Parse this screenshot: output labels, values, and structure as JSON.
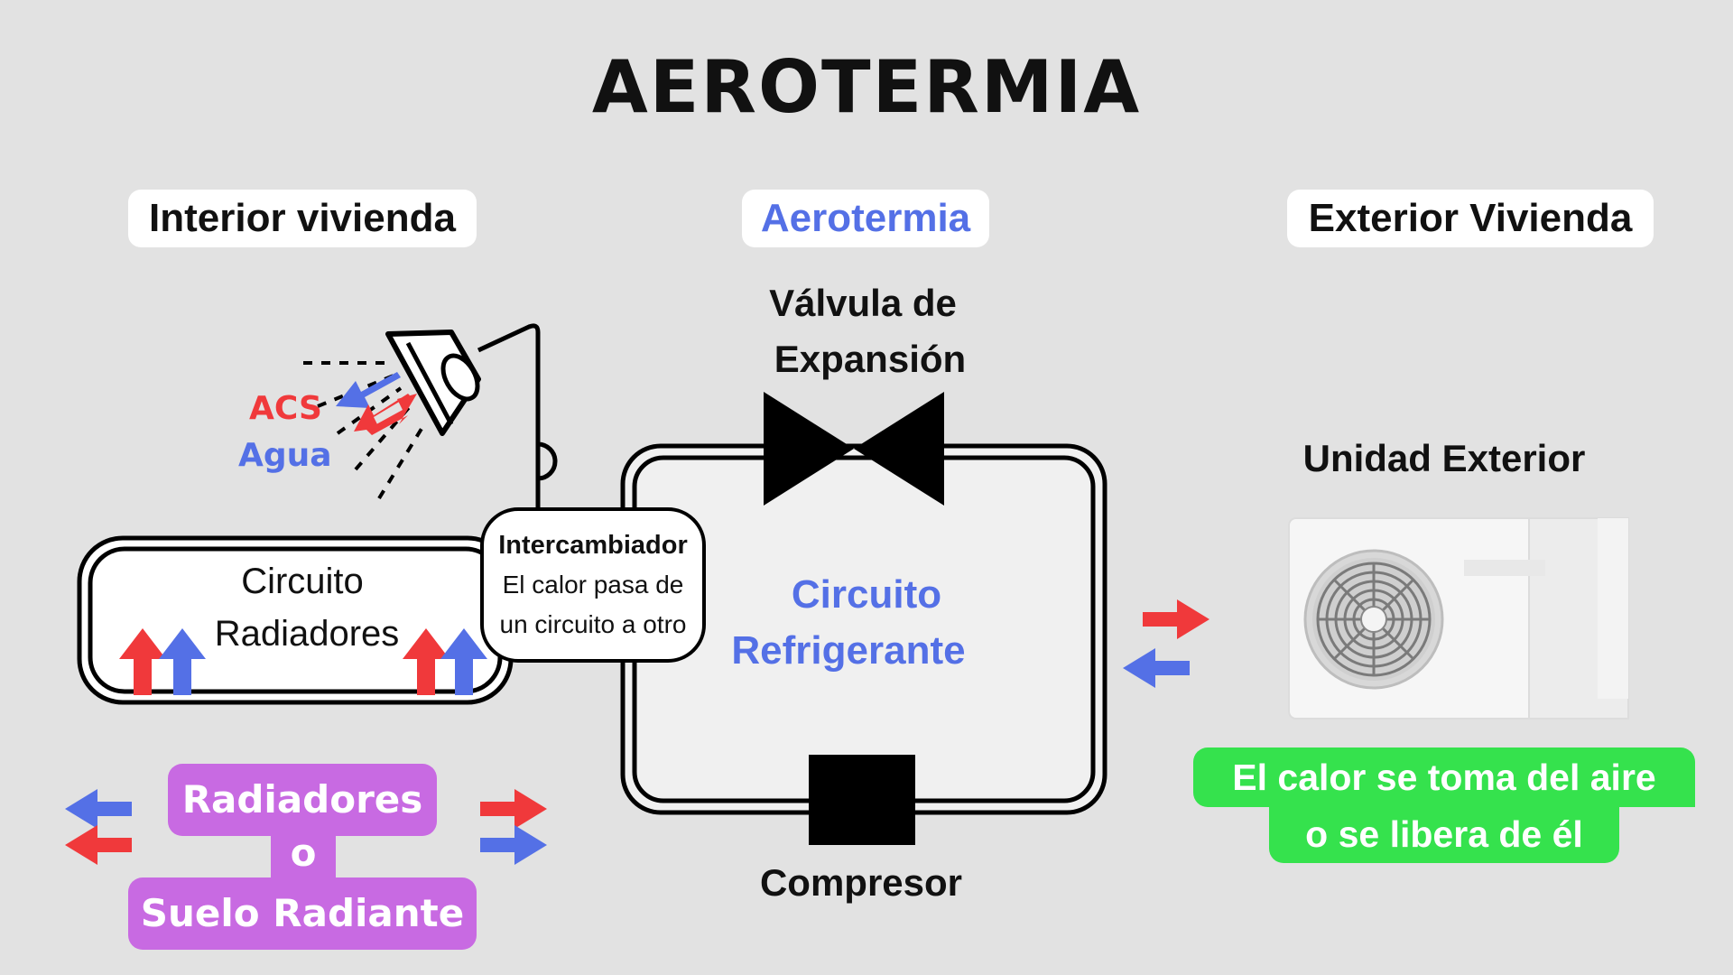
{
  "title": "AEROTERMIA",
  "sections": {
    "interior": "Interior vivienda",
    "aerotermia": "Aerotermia",
    "exterior": "Exterior Vivienda"
  },
  "shower": {
    "acs_label": "ACS",
    "agua_label": "Agua"
  },
  "radiator_circuit": {
    "line1": "Circuito",
    "line2": "Radiadores"
  },
  "exchanger": {
    "title": "Intercambiador",
    "line1": "El calor pasa de",
    "line2": "un circuito a otro"
  },
  "refrigerant_circuit": {
    "line1": "Circuito",
    "line2": "Refrigerante"
  },
  "valve": {
    "line1": "Válvula de",
    "line2": "Expansión"
  },
  "compressor": "Compresor",
  "outdoor_unit": "Unidad Exterior",
  "emitters": {
    "line1": "Radiadores",
    "line2": "o",
    "line3": "Suelo Radiante"
  },
  "air_note": {
    "line1": "El calor se toma del aire",
    "line2": "o se libera de él"
  },
  "colors": {
    "hot": "#f0393b",
    "cold": "#5470e6",
    "purple": "#c86ae2",
    "green": "#35e24d"
  }
}
